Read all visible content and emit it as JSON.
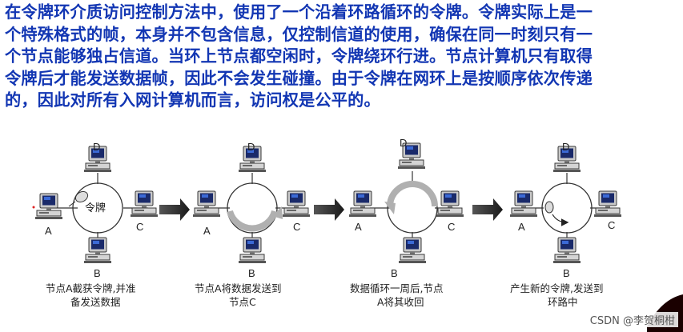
{
  "paragraph": {
    "lines": [
      "在令牌环介质访问控制方法中，使用了一个沿着环路循环的令牌。令牌实际上是一",
      "个特殊格式的帧，本身并不包含信息，仅控制信道的使用，确保在同一时刻只有一",
      "个节点能够独占信道。当环上节点都空闲时，令牌绕环行进。节点计算机只有取得",
      "令牌后才能发送数据帧，因此不会发生碰撞。由于令牌在网环上是按顺序依次传递",
      "的，因此对所有入网计算机而言，访问权是公平的。"
    ],
    "color": "#1236b3"
  },
  "diagrams": [
    {
      "nodes": {
        "top": "D",
        "left": "A",
        "right": "C",
        "bottom": "B"
      },
      "token_label": "令牌",
      "caption": [
        "节点A截获令牌,并准",
        "备发送数据"
      ]
    },
    {
      "nodes": {
        "top": "D",
        "left": "A",
        "right": "C",
        "bottom": "B"
      },
      "caption": [
        "节点A将数据发送到",
        "节点C"
      ]
    },
    {
      "nodes": {
        "top": "D",
        "left": "A",
        "right": "C",
        "bottom": "B"
      },
      "caption": [
        "数据循环一周后,节点",
        "A将其收回"
      ]
    },
    {
      "nodes": {
        "top": "D",
        "left": "A",
        "right": "C",
        "bottom": "B"
      },
      "caption": [
        "产生新的令牌,发送到",
        "环路中"
      ]
    }
  ],
  "watermark": "CSDN @李贺桐柑"
}
